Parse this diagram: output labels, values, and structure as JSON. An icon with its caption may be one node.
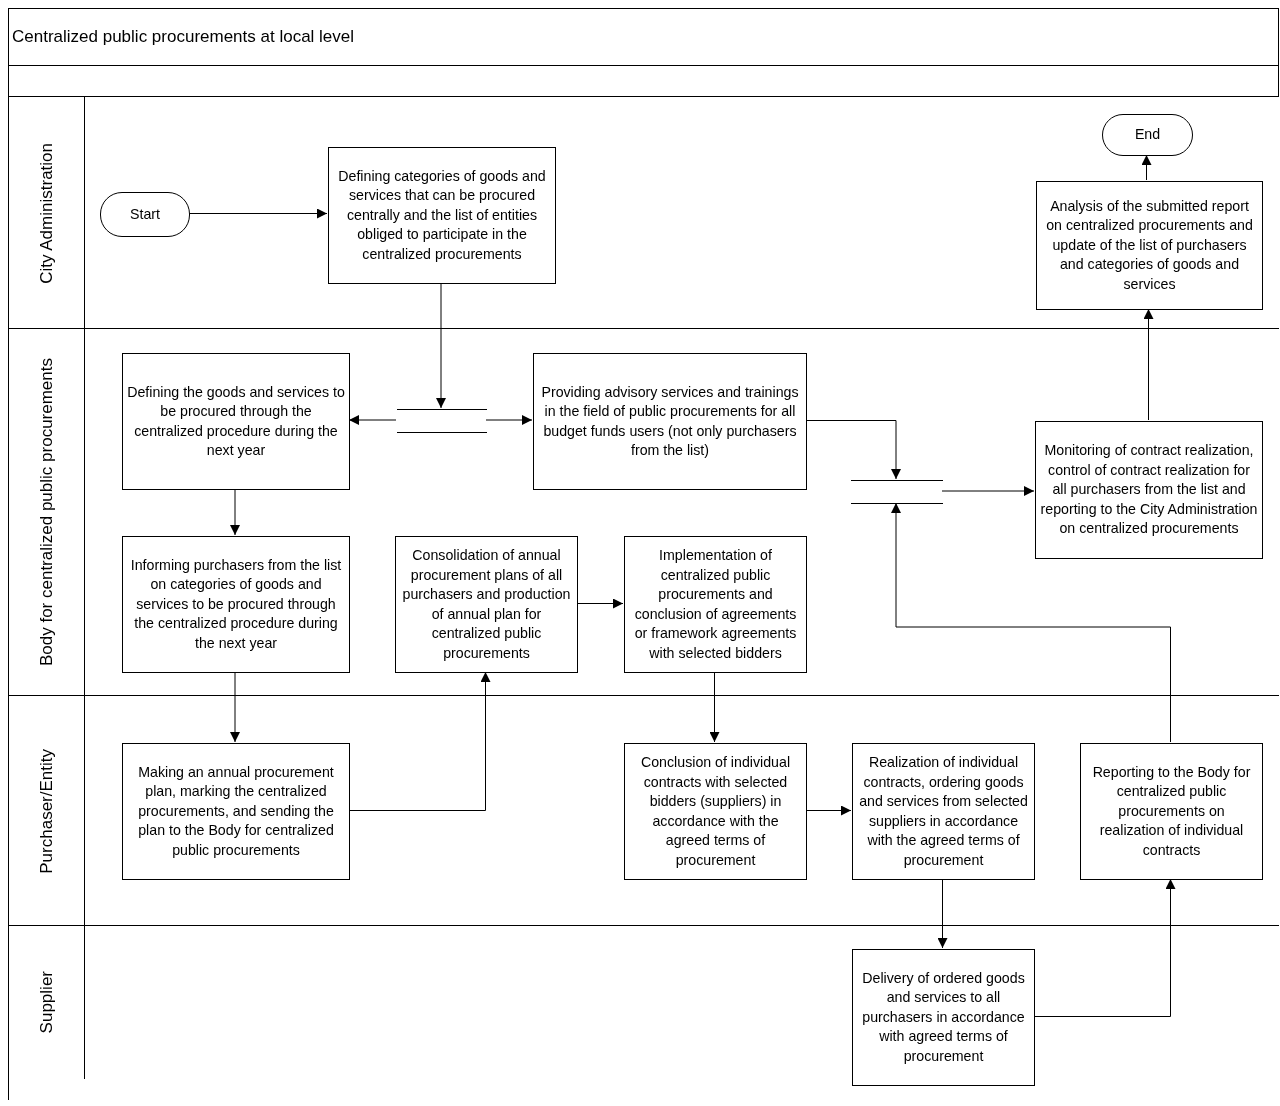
{
  "diagram": {
    "title": "Centralized public procurements at local level",
    "nodes": [
      {
        "text": [
          "City Administration"
        ]
      },
      {
        "text": [
          "Start"
        ],
        "in": 0
      },
      {
        "text": [
          "Defining categories of goods and services that can be procured centrally and the list of entities obliged to participate in the centralized procurements"
        ],
        "in": 0
      },
      {
        "text": [
          "End"
        ],
        "in": 0
      },
      {
        "text": [
          "Analysis of the submitted report on centralized procurements and update of the list of purchasers and categories of goods and services"
        ],
        "in": 0
      },
      {
        "text": [
          "Body for centralized public procurements"
        ]
      },
      {
        "text": [
          "Defining the goods and services to be procured through the centralized procedure during the next year"
        ],
        "in": 5
      },
      {
        "text": [],
        "shape": "bar",
        "in": 5
      },
      {
        "text": [
          "Providing advisory services and trainings in the field of public procurements for all budget funds users (not only purchasers from the list)"
        ],
        "in": 5
      },
      {
        "text": [],
        "shape": "bar",
        "in": 5
      },
      {
        "text": [
          "Monitoring of contract realization, control of contract realization for all purchasers from the list and reporting to the City Administration on centralized procurements"
        ],
        "in": 5
      },
      {
        "text": [
          "Informing purchasers from the list on categories of goods and services to be procured through the centralized procedure during the next year"
        ],
        "in": 5
      },
      {
        "text": [
          "Consolidation of annual procurement plans of all purchasers and production of annual plan for centralized public procurements"
        ],
        "in": 5
      },
      {
        "text": [
          "Implementation of centralized public procurements and conclusion of agreements or framework agreements with selected bidders"
        ],
        "in": 5
      },
      {
        "text": [
          "Purchaser/Entity"
        ]
      },
      {
        "text": [
          "Making an annual procurement plan, marking the centralized procurements, and sending the plan to the Body for centralized public procurements"
        ],
        "in": 14
      },
      {
        "text": [
          "Conclusion of individual contracts with selected bidders (suppliers) in accordance with the agreed terms of procurement"
        ],
        "in": 14
      },
      {
        "text": [
          "Realization of individual contracts, ordering goods and services from selected suppliers in accordance with the agreed terms of procurement"
        ],
        "in": 14
      },
      {
        "text": [
          "Reporting to the Body for centralized public procurements on realization of individual contracts"
        ],
        "in": 14
      },
      {
        "text": [
          "Supplier"
        ]
      },
      {
        "text": [
          "Delivery of ordered goods and services to all purchasers in accordance with agreed terms of procurement"
        ],
        "in": 19
      }
    ],
    "edges": [
      {
        "from": 1,
        "to": 2,
        "arrow": "to"
      },
      {
        "from": 2,
        "to": 7,
        "arrow": "to"
      },
      {
        "from": 7,
        "to": 6,
        "arrow": "to"
      },
      {
        "from": 7,
        "to": 8,
        "arrow": "to"
      },
      {
        "from": 8,
        "to": 9,
        "arrow": "to"
      },
      {
        "from": 18,
        "to": 9,
        "arrow": "to"
      },
      {
        "from": 9,
        "to": 10,
        "arrow": "to"
      },
      {
        "from": 10,
        "to": 4,
        "arrow": "to"
      },
      {
        "from": 4,
        "to": 3,
        "arrow": "to"
      },
      {
        "from": 6,
        "to": 11,
        "arrow": "to"
      },
      {
        "from": 11,
        "to": 15,
        "arrow": "to"
      },
      {
        "from": 15,
        "to": 12,
        "arrow": "to"
      },
      {
        "from": 12,
        "to": 13,
        "arrow": "to"
      },
      {
        "from": 13,
        "to": 16,
        "arrow": "to"
      },
      {
        "from": 16,
        "to": 17,
        "arrow": "to"
      },
      {
        "from": 17,
        "to": 20,
        "arrow": "to"
      },
      {
        "from": 20,
        "to": 18,
        "arrow": "to"
      }
    ]
  }
}
